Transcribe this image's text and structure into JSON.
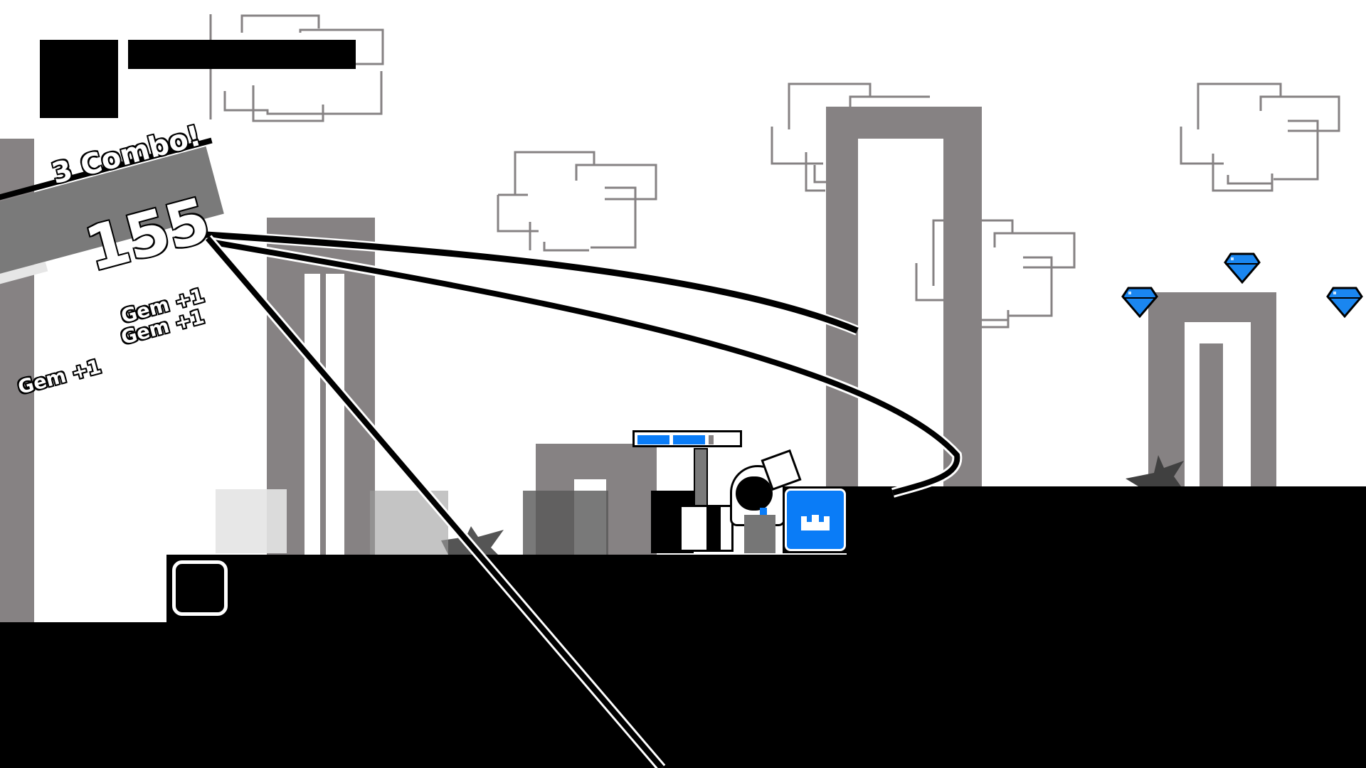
{
  "hud": {
    "portrait_slot": "empty-black-square",
    "name_bar": "black-bar",
    "combo_label": "3 Combo!",
    "combo_count": 3,
    "score": "155",
    "gem_popups": [
      "Gem +1",
      "Gem +1",
      "Gem +1"
    ]
  },
  "player": {
    "health_segments_filled": 2,
    "health_segments_total": 3,
    "health_color": "#0a7cf7"
  },
  "items": {
    "crown_block_icon": "crown-icon",
    "empty_block": "empty-block",
    "gems": [
      {
        "icon": "gem-icon",
        "color": "#1a86f0"
      },
      {
        "icon": "gem-icon",
        "color": "#1a86f0"
      },
      {
        "icon": "gem-icon",
        "color": "#1a86f0"
      }
    ]
  },
  "colors": {
    "background": "#ffffff",
    "structure_gray": "#868283",
    "ground": "#000000",
    "accent_blue": "#0a7cf7"
  }
}
